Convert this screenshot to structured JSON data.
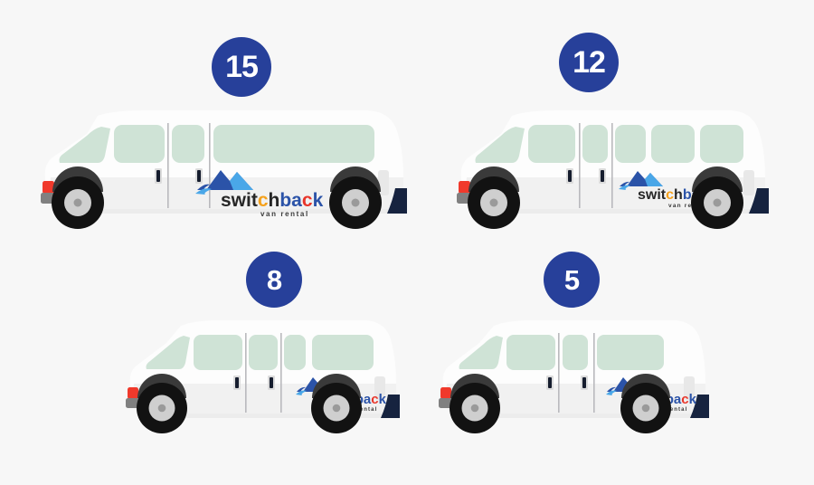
{
  "page": {
    "title": "Switchback Van Rental - Fleet Capacity Lineup",
    "background_color": "#f7f7f7"
  },
  "theme": {
    "badge_fill": "#27409a",
    "badge_text": "#ffffff",
    "van_body": "#fdfdfd",
    "van_body_shadow": "#ececec",
    "window_glass": "#cfe3d6",
    "tire": "#121212",
    "hubcap": "#cfcfcf",
    "hub_center": "#9a9a9a",
    "bumper_gray": "#808080",
    "taillight_red": "#f0392b",
    "rear_flap_navy": "#16233f",
    "handle_navy": "#161d2e",
    "seam_gray": "#b9b9bd"
  },
  "logo": {
    "wordmark": "switchback",
    "tagline": "van rental",
    "letters": [
      {
        "char": "s",
        "color": "#262626"
      },
      {
        "char": "w",
        "color": "#262626"
      },
      {
        "char": "i",
        "color": "#262626"
      },
      {
        "char": "t",
        "color": "#262626"
      },
      {
        "char": "c",
        "color": "#f5a11c"
      },
      {
        "char": "h",
        "color": "#262626"
      },
      {
        "char": "b",
        "color": "#2b53a8"
      },
      {
        "char": "a",
        "color": "#2b53a8"
      },
      {
        "char": "c",
        "color": "#e8352a"
      },
      {
        "char": "k",
        "color": "#2b53a8"
      }
    ],
    "mountain_color_dark": "#2b53a8",
    "mountain_color_light": "#4aa7e8",
    "tagline_color": "#3a3a3a"
  },
  "vans": [
    {
      "id": "van-15",
      "badge_label": "15",
      "capacity": 15,
      "size_class": "extended",
      "window_panes": 4,
      "doors": 2,
      "logo_on_body": true
    },
    {
      "id": "van-12",
      "badge_label": "12",
      "capacity": 12,
      "size_class": "long",
      "window_panes": 5,
      "doors": 2,
      "logo_on_body": true
    },
    {
      "id": "van-8",
      "badge_label": "8",
      "capacity": 8,
      "size_class": "medium",
      "window_panes": 4,
      "doors": 2,
      "logo_on_body": true
    },
    {
      "id": "van-5",
      "badge_label": "5",
      "capacity": 5,
      "size_class": "short",
      "window_panes": 3,
      "doors": 2,
      "logo_on_body": true
    }
  ]
}
